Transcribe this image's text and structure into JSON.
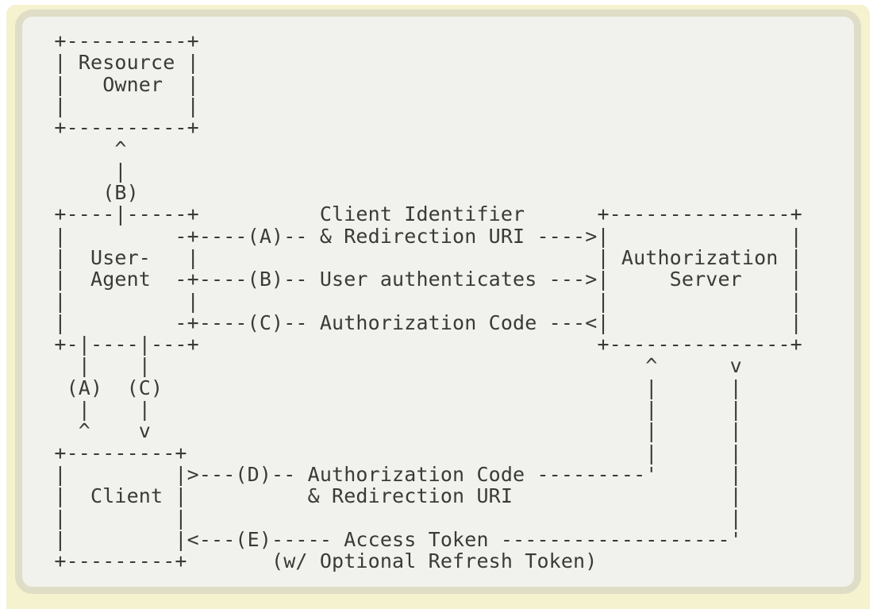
{
  "colors": {
    "page_bg": "#ffffff",
    "card_bg": "#f4f2cf",
    "panel_border": "#dfddc6",
    "panel_bg": "#f1f2ee",
    "text": "#3a3a38"
  },
  "diagram": {
    "type": "ascii-art",
    "entities": [
      "Resource Owner",
      "User-Agent",
      "Client",
      "Authorization Server"
    ],
    "steps": [
      {
        "id": "(A)",
        "label": "Client Identifier & Redirection URI"
      },
      {
        "id": "(B)",
        "label": "User authenticates"
      },
      {
        "id": "(C)",
        "label": "Authorization Code"
      },
      {
        "id": "(D)",
        "label": "Authorization Code & Redirection URI"
      },
      {
        "id": "(E)",
        "label": "Access Token (w/ Optional Refresh Token)"
      }
    ],
    "ascii_lines": [
      "  +----------+",
      "  | Resource |",
      "  |   Owner  |",
      "  |          |",
      "  +----------+",
      "       ^",
      "       |",
      "      (B)",
      "  +----|-----+          Client Identifier      +---------------+",
      "  |         -+----(A)-- & Redirection URI ---->|               |",
      "  |  User-   |                                 | Authorization |",
      "  |  Agent  -+----(B)-- User authenticates --->|     Server    |",
      "  |          |                                 |               |",
      "  |         -+----(C)-- Authorization Code ---<|               |",
      "  +-|----|---+                                 +---------------+",
      "    |    |                                         ^      v",
      "   (A)  (C)                                        |      |",
      "    |    |                                         |      |",
      "    ^    v                                         |      |",
      "  +---------+                                      |      |",
      "  |         |>---(D)-- Authorization Code ---------'      |",
      "  |  Client |          & Redirection URI                  |",
      "  |         |                                             |",
      "  |         |<---(E)----- Access Token -------------------'",
      "  +---------+       (w/ Optional Refresh Token)"
    ]
  }
}
